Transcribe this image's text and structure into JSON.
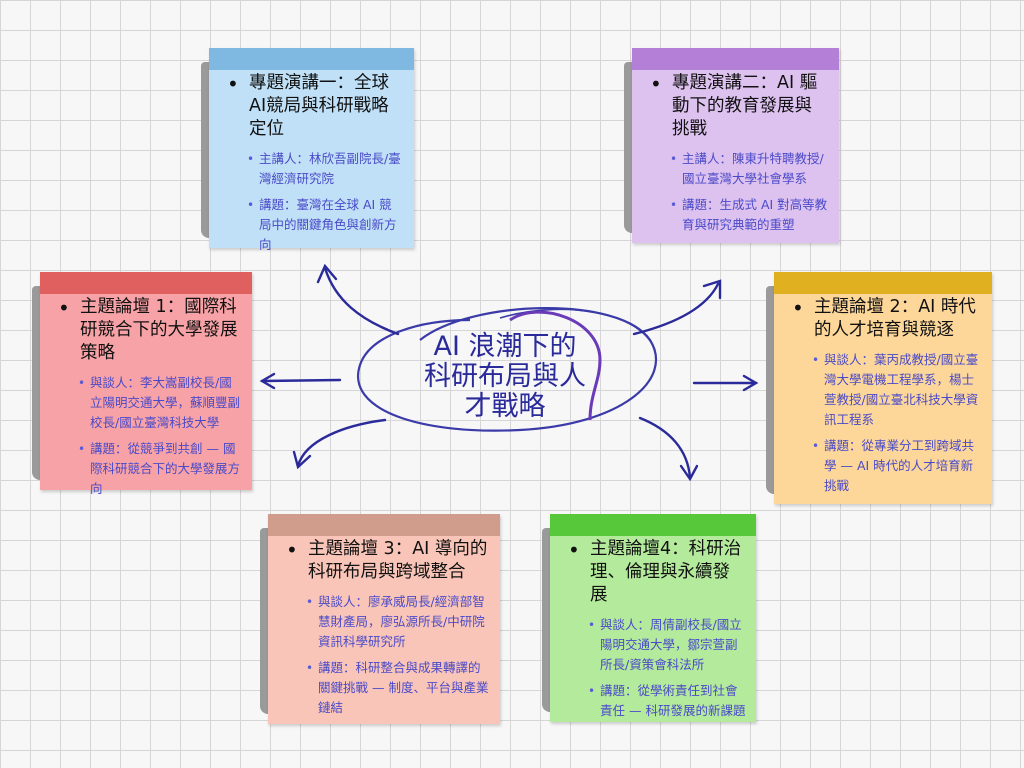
{
  "center": {
    "line1": "AI 浪潮下的",
    "line2": "科研布局與人",
    "line3": "才戰略"
  },
  "notes": [
    {
      "title": "專題演講一：全球AI競局與科研戰略定位",
      "details": [
        "主講人：林欣吾副院長/臺灣經濟研究院",
        "講題：臺灣在全球 AI 競局中的關鍵角色與創新方向"
      ],
      "paper": "#bfe0f6",
      "tape": "#7fb8e0"
    },
    {
      "title": "專題演講二：AI 驅動下的教育發展與挑戰",
      "details": [
        "主講人：陳東升特聘教授/國立臺灣大學社會學系",
        "講題：生成式 AI 對高等教育與研究典範的重塑"
      ],
      "paper": "#ddc2f0",
      "tape": "#b47fd6"
    },
    {
      "title": "主題論壇 1：國際科研競合下的大學發展策略",
      "details": [
        "與談人：李大嵩副校長/國立陽明交通大學，蘇順豐副校長/國立臺灣科技大學",
        "講題：從競爭到共創 — 國際科研競合下的大學發展方向"
      ],
      "paper": "#f7a2a6",
      "tape": "#e06060"
    },
    {
      "title": "主題論壇 2：AI 時代的人才培育與競逐",
      "details": [
        "與談人：葉丙成教授/國立臺灣大學電機工程學系，楊士萱教授/國立臺北科技大學資訊工程系",
        "講題：從專業分工到跨域共學 — AI 時代的人才培育新挑戰"
      ],
      "paper": "#fdd79a",
      "tape": "#e0b020"
    },
    {
      "title": "主題論壇 3：AI 導向的科研布局與跨域整合",
      "details": [
        "與談人：廖承威局長/經濟部智慧財產局，廖弘源所長/中研院資訊科學研究所",
        "講題：科研整合與成果轉譯的關鍵挑戰 — 制度、平台與產業鏈結"
      ],
      "paper": "#f9c5b8",
      "tape": "#d09c8c"
    },
    {
      "title": "主題論壇4：科研治理、倫理與永續發展",
      "details": [
        "與談人：周倩副校長/國立陽明交通大學，鄒宗萱副所長/資策會科法所",
        "講題：從學術責任到社會責任 — 科研發展的新課題"
      ],
      "paper": "#b4ea9c",
      "tape": "#56c83a"
    }
  ]
}
